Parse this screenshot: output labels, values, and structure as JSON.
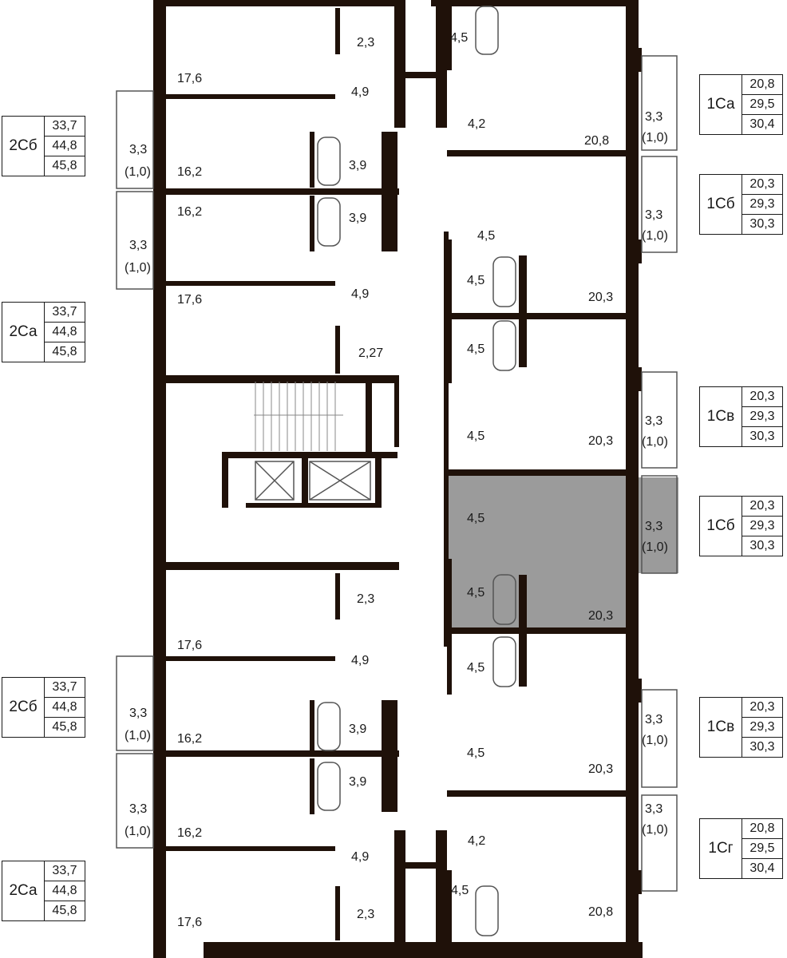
{
  "legends": {
    "2Cb_top": {
      "code": "2Сб",
      "values": [
        "33,7",
        "44,8",
        "45,8"
      ]
    },
    "2Ca_top": {
      "code": "2Са",
      "values": [
        "33,7",
        "44,8",
        "45,8"
      ]
    },
    "2Cb_bottom": {
      "code": "2Сб",
      "values": [
        "33,7",
        "44,8",
        "45,8"
      ]
    },
    "2Ca_bottom": {
      "code": "2Са",
      "values": [
        "33,7",
        "44,8",
        "45,8"
      ]
    },
    "1Ca": {
      "code": "1Са",
      "values": [
        "20,8",
        "29,5",
        "30,4"
      ]
    },
    "1Cb_1": {
      "code": "1Сб",
      "values": [
        "20,3",
        "29,3",
        "30,3"
      ]
    },
    "1Cv_1": {
      "code": "1Св",
      "values": [
        "20,3",
        "29,3",
        "30,3"
      ]
    },
    "1Cb_2": {
      "code": "1Сб",
      "values": [
        "20,3",
        "29,3",
        "30,3"
      ]
    },
    "1Cv_2": {
      "code": "1Св",
      "values": [
        "20,3",
        "29,3",
        "30,3"
      ]
    },
    "1Cg": {
      "code": "1Сг",
      "values": [
        "20,8",
        "29,5",
        "30,4"
      ]
    }
  },
  "rooms": {
    "l_17_6_a": "17,6",
    "l_2_3_a": "2,3",
    "l_4_9_a": "4,9",
    "l_3_3_a": "3,3",
    "l_1_0_a": "(1,0)",
    "l_16_2_a": "16,2",
    "l_3_9_a": "3,9",
    "l_16_2_b": "16,2",
    "l_3_9_b": "3,9",
    "l_3_3_b": "3,3",
    "l_1_0_b": "(1,0)",
    "l_17_6_b": "17,6",
    "l_4_9_b": "4,9",
    "l_2_27": "2,27",
    "l_2_3_b": "2,3",
    "l_17_6_c": "17,6",
    "l_4_9_c": "4,9",
    "l_3_3_c": "3,3",
    "l_1_0_c": "(1,0)",
    "l_16_2_c": "16,2",
    "l_3_9_c": "3,9",
    "l_3_9_d": "3,9",
    "l_3_3_d": "3,3",
    "l_1_0_d": "(1,0)",
    "l_16_2_d": "16,2",
    "l_4_9_d": "4,9",
    "l_2_3_c": "2,3",
    "l_17_6_d": "17,6",
    "r_4_5_a": "4,5",
    "r_4_2_a": "4,2",
    "r_20_8_a": "20,8",
    "r_3_3_a": "3,3",
    "r_1_0_a": "(1,0)",
    "r_3_3_b": "3,3",
    "r_1_0_b": "(1,0)",
    "r_4_5_b": "4,5",
    "r_4_5_c": "4,5",
    "r_20_3_a": "20,3",
    "r_4_5_d": "4,5",
    "r_4_5_e": "4,5",
    "r_20_3_b": "20,3",
    "r_3_3_c": "3,3",
    "r_1_0_c": "(1,0)",
    "r_4_5_f": "4,5",
    "r_3_3_d": "3,3",
    "r_1_0_d": "(1,0)",
    "r_4_5_g": "4,5",
    "r_20_3_c": "20,3",
    "r_4_5_h": "4,5",
    "r_3_3_e": "3,3",
    "r_1_0_e": "(1,0)",
    "r_4_5_i": "4,5",
    "r_20_3_d": "20,3",
    "r_3_3_f": "3,3",
    "r_1_0_f": "(1,0)",
    "r_4_2_b": "4,2",
    "r_4_5_j": "4,5",
    "r_20_8_b": "20,8"
  },
  "colors": {
    "wall": "#1f1109",
    "highlight": "#9b9b9b",
    "line": "#555555"
  }
}
